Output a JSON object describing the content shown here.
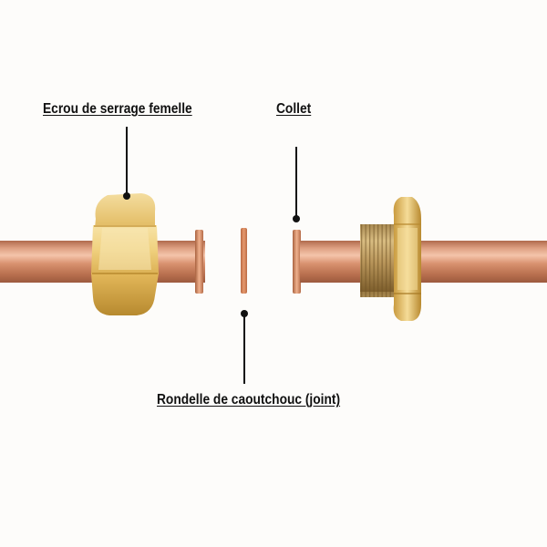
{
  "labels": {
    "nut": "Ecrou de serrage femelle",
    "collar": "Collet",
    "gasket": "Rondelle de caoutchouc (joint)"
  },
  "colors": {
    "background": "#fdfcfa",
    "copper": "#cf8a6a",
    "brass": "#e9c877",
    "leader_line": "#111111"
  }
}
